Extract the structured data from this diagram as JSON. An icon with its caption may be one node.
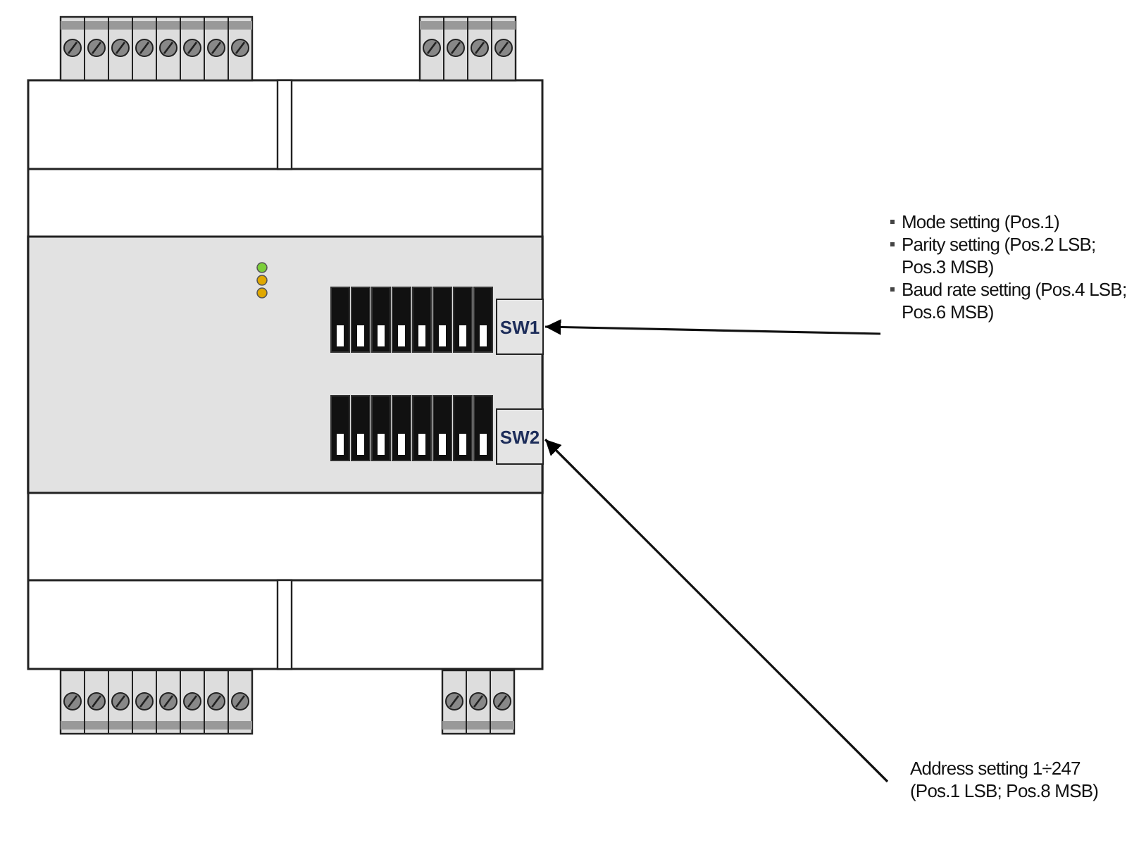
{
  "diagram": {
    "nodes": [
      {
        "text": [
          "SW1"
        ]
      },
      {
        "text": [
          "SW2"
        ]
      },
      {
        "text": [
          "Mode setting (Pos.1)",
          "Parity setting (Pos.2 LSB; Pos.3 MSB)",
          "Baud rate setting (Pos.4 LSB; Pos.6 MSB)"
        ]
      },
      {
        "text": [
          "Address setting 1÷247 (Pos.1 LSB; Pos.8 MSB)"
        ]
      }
    ],
    "edges": [
      {
        "from": 2,
        "to": 0,
        "arrow": "to"
      },
      {
        "from": 3,
        "to": 1,
        "arrow": "to"
      }
    ]
  }
}
